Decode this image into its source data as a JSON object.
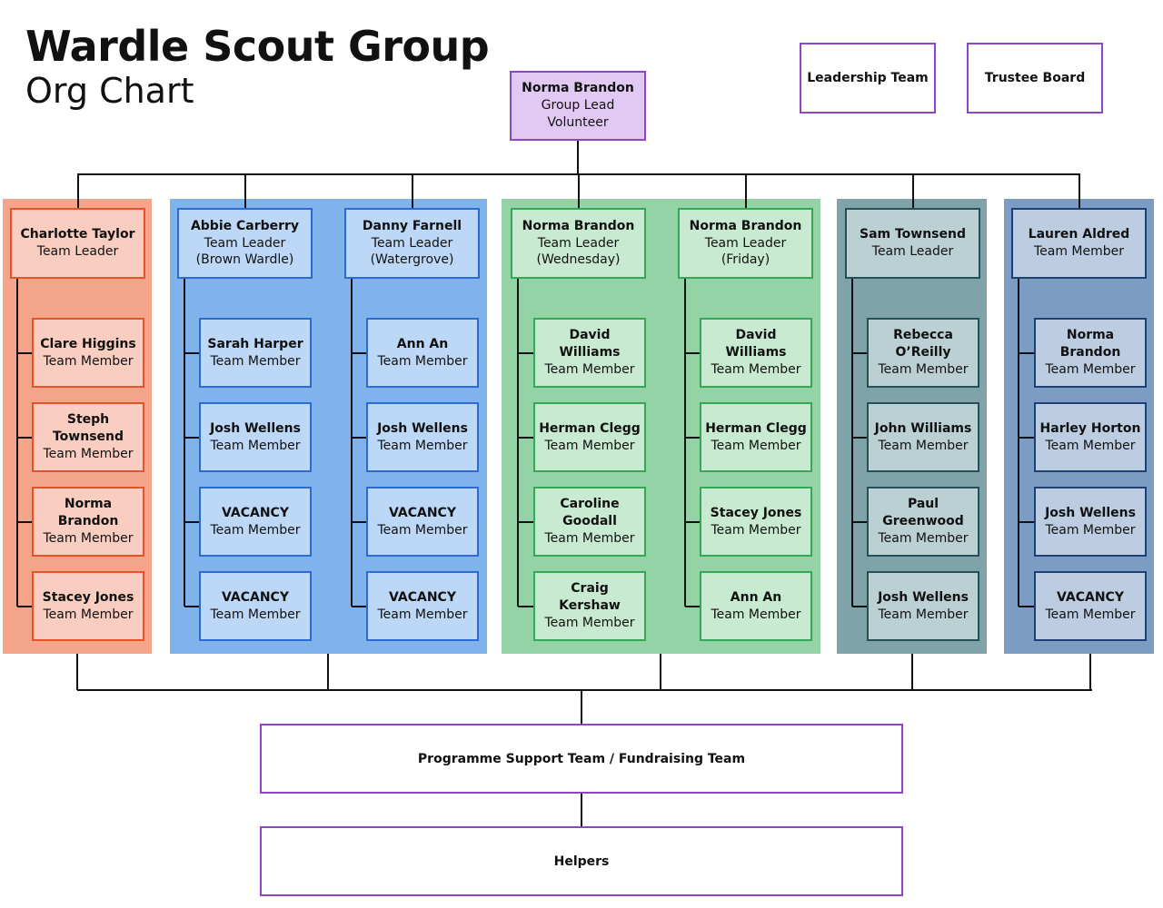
{
  "title": "Wardle Scout Group",
  "subtitle": "Org Chart",
  "top_boxes": {
    "leadership": "Leadership Team",
    "trustee": "Trustee Board"
  },
  "group_lead": {
    "name": "Norma Brandon",
    "role": "Group Lead",
    "sub": "Volunteer"
  },
  "colors": {
    "orange": {
      "panel": "#f3a489",
      "card": "#f9cdbf",
      "border": "#e3542c"
    },
    "blue": {
      "panel": "#80b3ec",
      "card": "#bcd8f6",
      "border": "#2a6ad2"
    },
    "green": {
      "panel": "#93d3a6",
      "card": "#c7ead1",
      "border": "#34a856"
    },
    "teal": {
      "panel": "#7fa3a9",
      "card": "#bbd0d3",
      "border": "#24505a"
    },
    "navy": {
      "panel": "#7c9cc4",
      "card": "#bccde2",
      "border": "#1f3f75"
    },
    "purple": "#8e44c7"
  },
  "teams": [
    {
      "leader": {
        "name": "Charlotte Taylor",
        "role": "Team Leader",
        "sub": ""
      },
      "members": [
        {
          "name": "Clare Higgins",
          "role": "Team Member"
        },
        {
          "name": "Steph Townsend",
          "role": "Team Member"
        },
        {
          "name": "Norma Brandon",
          "role": "Team Member"
        },
        {
          "name": "Stacey Jones",
          "role": "Team Member"
        }
      ]
    },
    {
      "leader": {
        "name": "Abbie Carberry",
        "role": "Team Leader",
        "sub": "(Brown Wardle)"
      },
      "members": [
        {
          "name": "Sarah Harper",
          "role": "Team Member"
        },
        {
          "name": "Josh Wellens",
          "role": "Team Member"
        },
        {
          "name": "VACANCY",
          "role": "Team Member"
        },
        {
          "name": "VACANCY",
          "role": "Team Member"
        }
      ]
    },
    {
      "leader": {
        "name": "Danny Farnell",
        "role": "Team Leader",
        "sub": "(Watergrove)"
      },
      "members": [
        {
          "name": "Ann An",
          "role": "Team Member"
        },
        {
          "name": "Josh Wellens",
          "role": "Team Member"
        },
        {
          "name": "VACANCY",
          "role": "Team Member"
        },
        {
          "name": "VACANCY",
          "role": "Team Member"
        }
      ]
    },
    {
      "leader": {
        "name": "Norma Brandon",
        "role": "Team Leader",
        "sub": "(Wednesday)"
      },
      "members": [
        {
          "name": "David Williams",
          "role": "Team Member"
        },
        {
          "name": "Herman Clegg",
          "role": "Team Member"
        },
        {
          "name": "Caroline Goodall",
          "role": "Team Member"
        },
        {
          "name": "Craig Kershaw",
          "role": "Team Member"
        }
      ]
    },
    {
      "leader": {
        "name": "Norma Brandon",
        "role": "Team Leader",
        "sub": "(Friday)"
      },
      "members": [
        {
          "name": "David Williams",
          "role": "Team Member"
        },
        {
          "name": "Herman Clegg",
          "role": "Team Member"
        },
        {
          "name": "Stacey Jones",
          "role": "Team Member"
        },
        {
          "name": "Ann An",
          "role": "Team Member"
        }
      ]
    },
    {
      "leader": {
        "name": "Sam Townsend",
        "role": "Team Leader",
        "sub": ""
      },
      "members": [
        {
          "name": "Rebecca O’Reilly",
          "role": "Team Member"
        },
        {
          "name": "John Williams",
          "role": "Team Member"
        },
        {
          "name": "Paul Greenwood",
          "role": "Team Member"
        },
        {
          "name": "Josh Wellens",
          "role": "Team Member"
        }
      ]
    },
    {
      "leader": {
        "name": "Lauren Aldred",
        "role": "Team Member",
        "sub": ""
      },
      "members": [
        {
          "name": "Norma Brandon",
          "role": "Team Member"
        },
        {
          "name": "Harley Horton",
          "role": "Team Member"
        },
        {
          "name": "Josh Wellens",
          "role": "Team Member"
        },
        {
          "name": "VACANCY",
          "role": "Team Member"
        }
      ]
    }
  ],
  "support_team": "Programme Support Team / Fundraising Team",
  "helpers": "Helpers"
}
